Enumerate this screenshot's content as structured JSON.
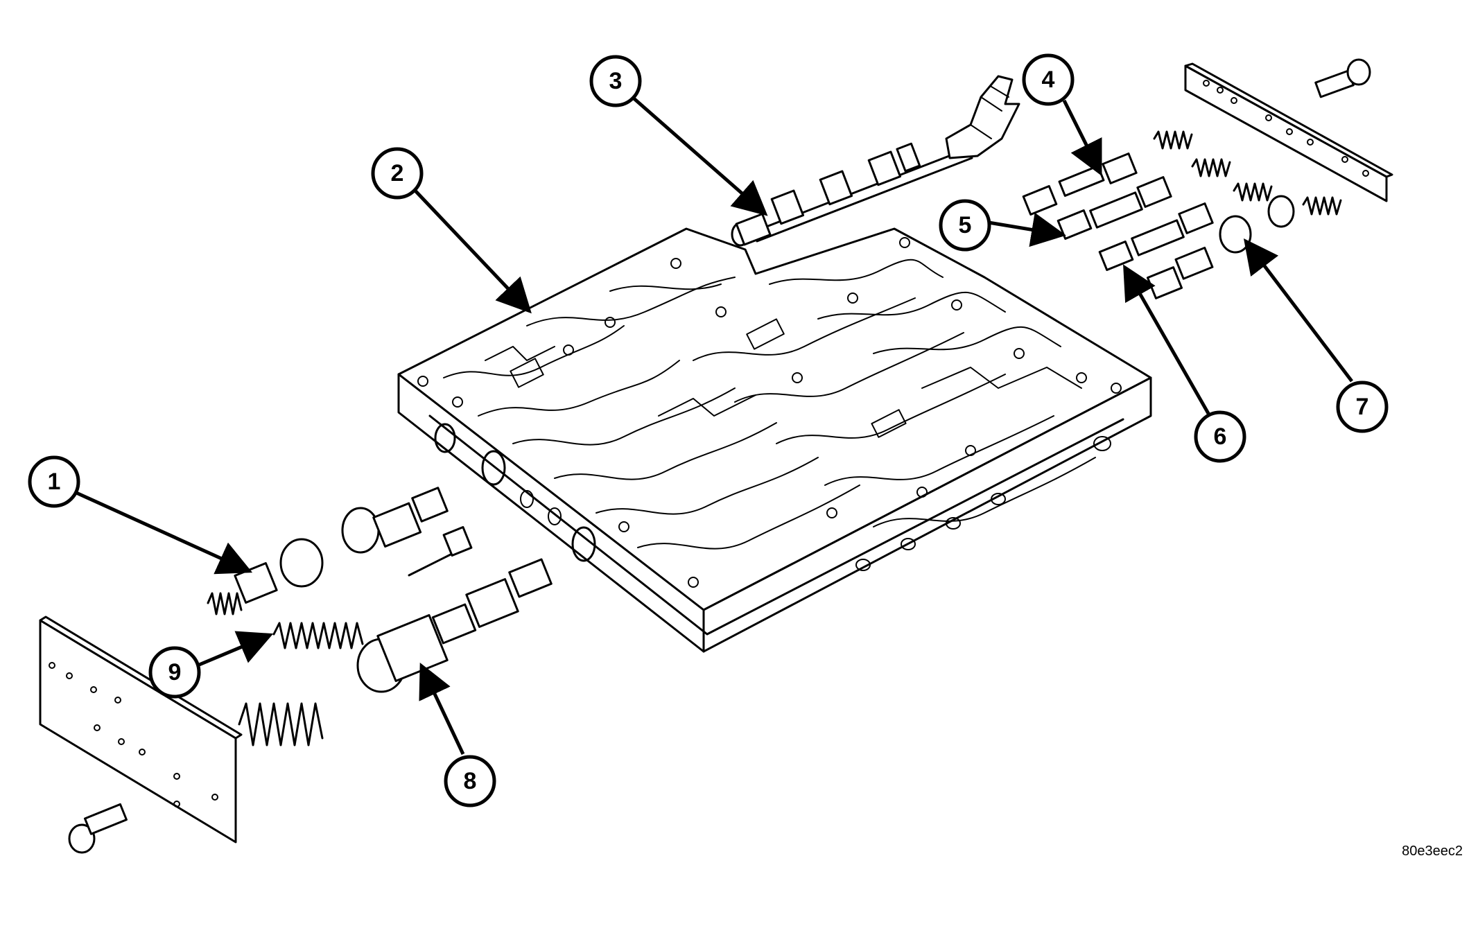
{
  "figure_id": "80e3eec2",
  "callouts": [
    {
      "label": "1"
    },
    {
      "label": "2"
    },
    {
      "label": "3"
    },
    {
      "label": "4"
    },
    {
      "label": "5"
    },
    {
      "label": "6"
    },
    {
      "label": "7"
    },
    {
      "label": "8"
    },
    {
      "label": "9"
    }
  ],
  "colors": {
    "ink": "#000000",
    "paper": "#ffffff"
  }
}
